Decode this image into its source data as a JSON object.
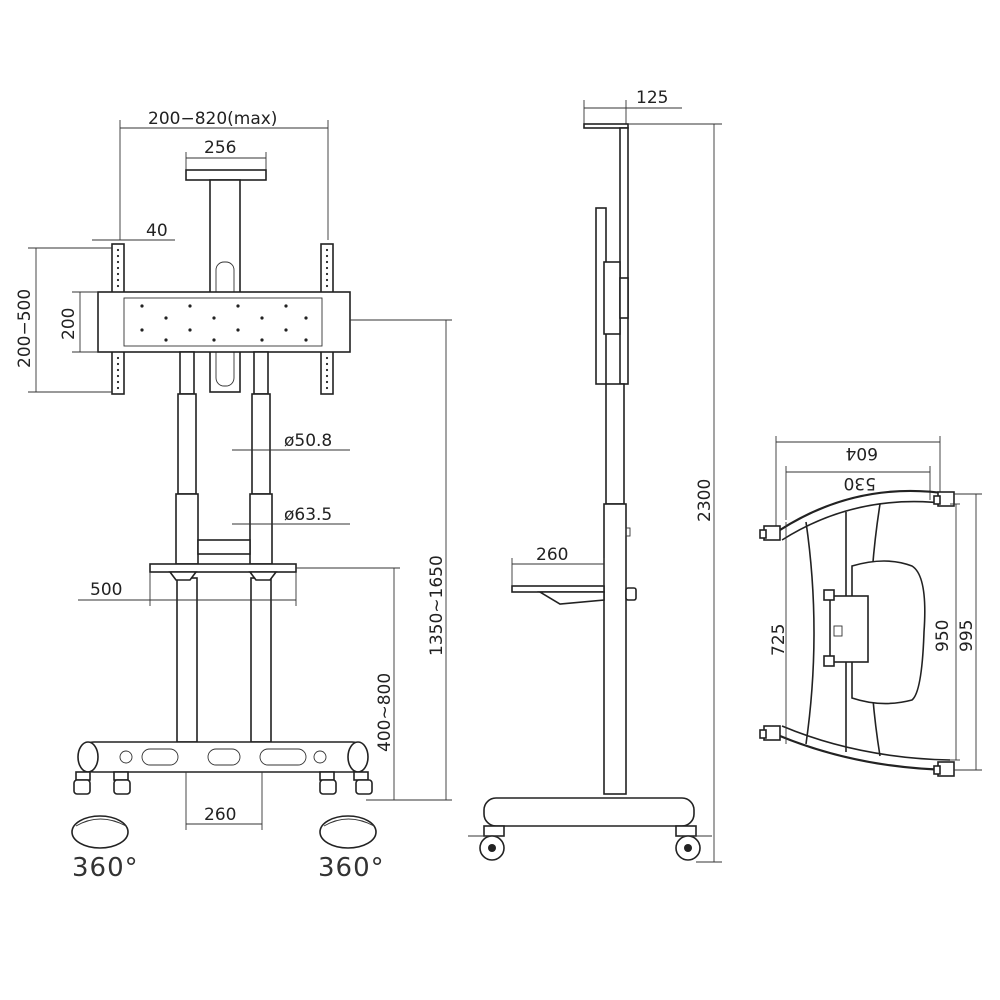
{
  "front_view": {
    "width_range": "200−820(max)",
    "top_bracket": "256",
    "rail_width": "40",
    "height_range": "200−500",
    "height_fixed": "200",
    "pole_upper": "ø50.8",
    "pole_lower": "ø63.5",
    "shelf_width": "500",
    "base_spacing": "260",
    "shelf_height": "400~800",
    "mount_height": "1350~1650",
    "rotation_left": "360°",
    "rotation_right": "360°"
  },
  "side_view": {
    "top_depth": "125",
    "total_height": "2300",
    "shelf_depth": "260"
  },
  "base_view": {
    "dim_604": "604",
    "dim_530": "530",
    "dim_725": "725",
    "dim_950": "950",
    "dim_995": "995"
  }
}
